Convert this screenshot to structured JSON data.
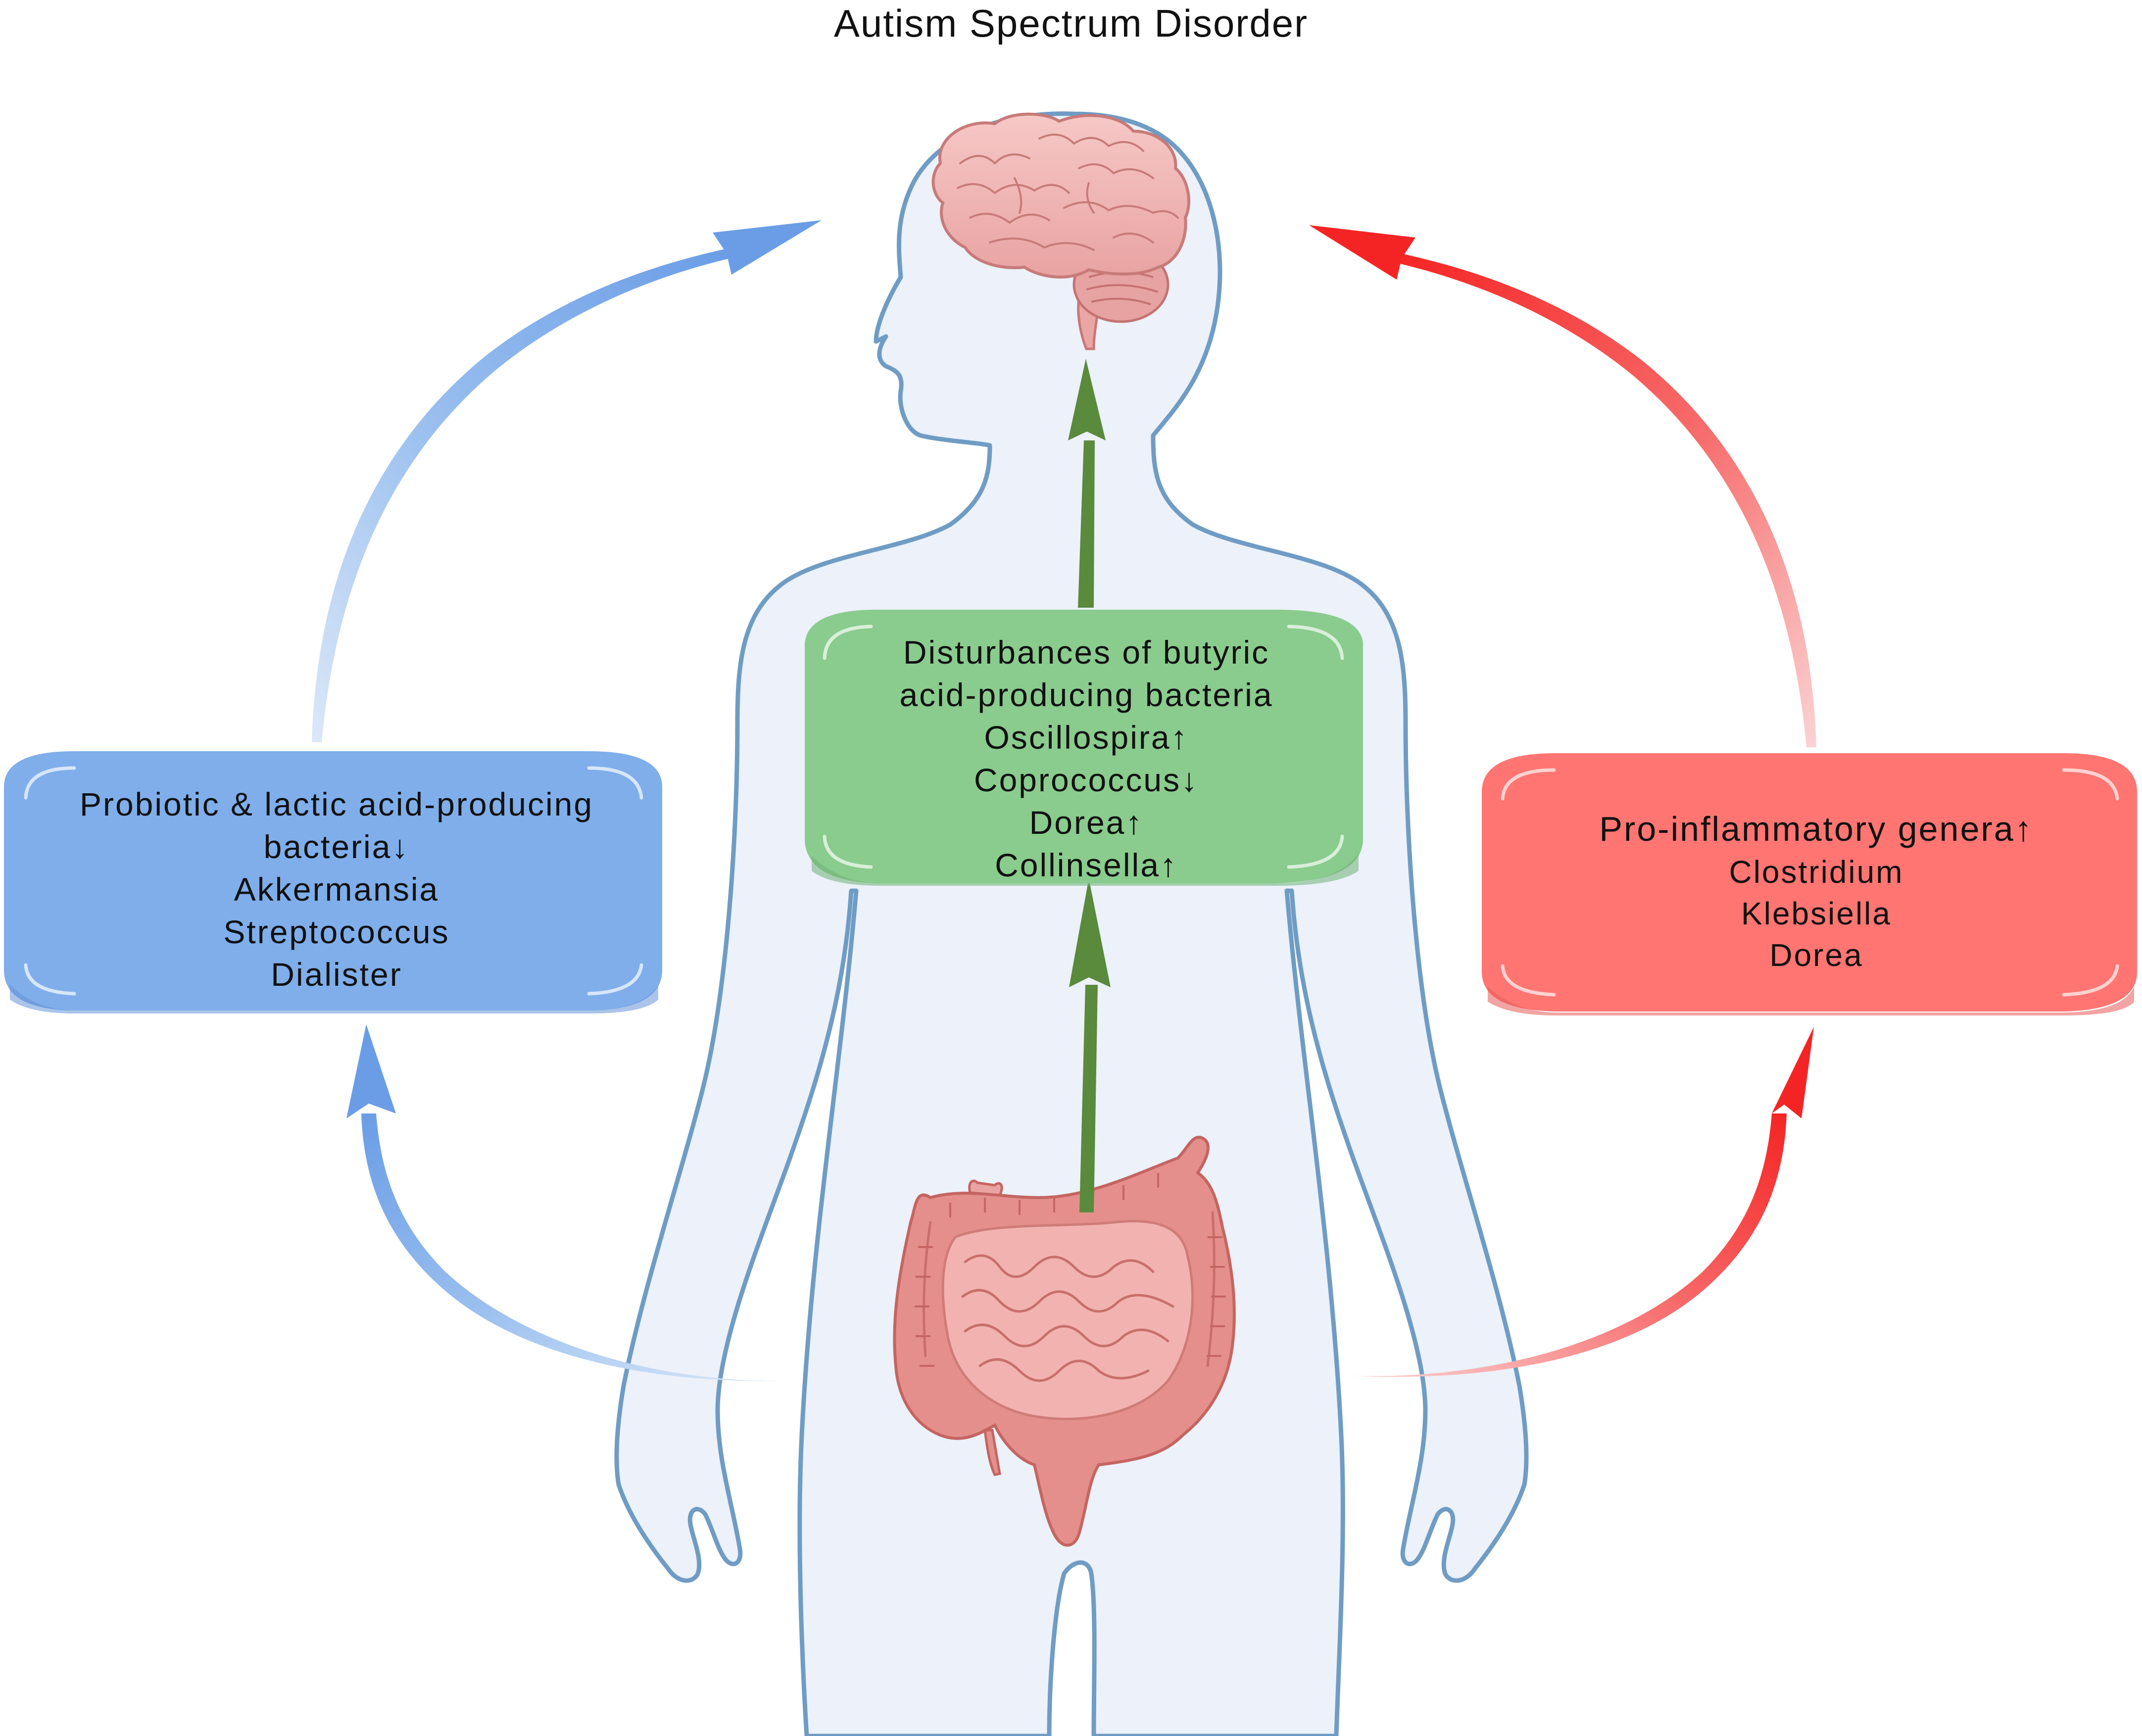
{
  "title": "Autism Spectrum Disorder",
  "colors": {
    "body_fill": "#ecf1fa",
    "body_outline": "#6f9cc4",
    "blue": "#7faeea",
    "blue_arrow": "#6a9de6",
    "green": "#8acb8e",
    "green_arrow": "#5a8a3c",
    "red": "#ff7572",
    "red_arrow": "#f52424",
    "brain": "#f2b9b8",
    "gut": "#e99994"
  },
  "boxes": {
    "butyric": {
      "lines": [
        "Disturbances of butyric",
        "acid-producing bacteria",
        "Oscillospira↑",
        "Coprococcus↓",
        "Dorea↑",
        "Collinsella↑"
      ]
    },
    "probiotic": {
      "lines": [
        "Probiotic & lactic acid-producing",
        "bacteria↓",
        "Akkermansia",
        "Streptococcus",
        "Dialister"
      ]
    },
    "inflammatory": {
      "lead": "Pro-inflammatory genera↑",
      "lines": [
        "Clostridium",
        "Klebsiella",
        "Dorea"
      ]
    }
  },
  "icons": [
    "brain-icon",
    "intestine-icon",
    "human-silhouette"
  ]
}
